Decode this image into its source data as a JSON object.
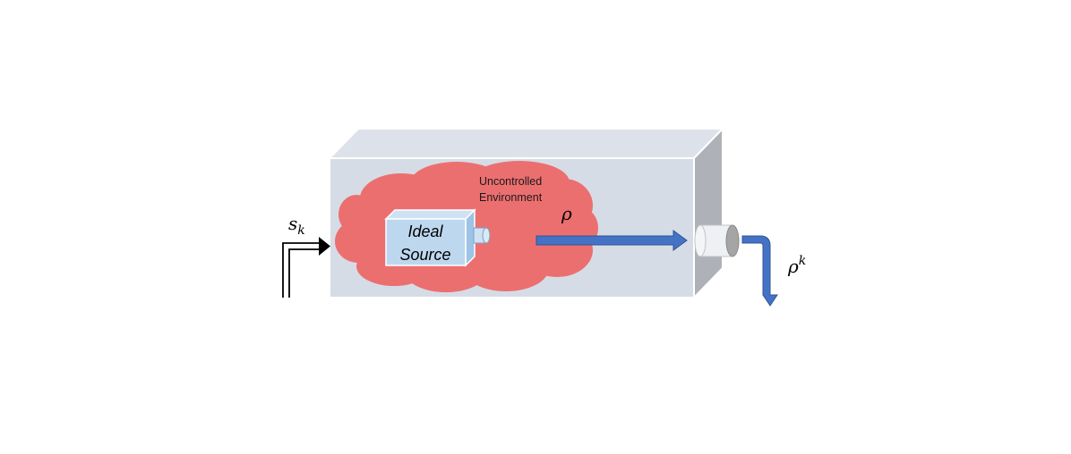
{
  "diagram": {
    "environment_label_line1": "Uncontrolled",
    "environment_label_line2": "Environment",
    "source_label_line1": "Ideal",
    "source_label_line2": "Source",
    "input_symbol": "s",
    "input_subscript": "k",
    "state_symbol": "ρ",
    "output_symbol": "ρ",
    "output_superscript": "k"
  },
  "colors": {
    "box_front": "#d6dce5",
    "box_top": "#dde2ea",
    "box_side": "#aeb2b8",
    "cloud": "#ec6f70",
    "source_box": "#bdd7ee",
    "arrow": "#4472c4",
    "input_arrow": "#000000"
  }
}
